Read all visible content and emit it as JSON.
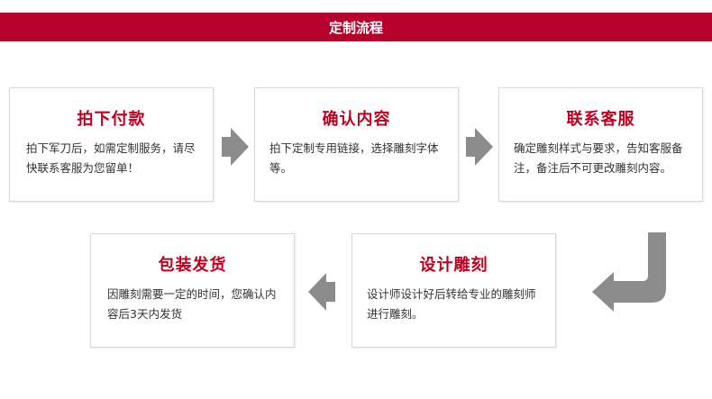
{
  "header": {
    "title": "定制流程"
  },
  "steps": [
    {
      "title": "拍下付款",
      "desc": "拍下军刀后，如需定制服务，请尽快联系客服为您留单！"
    },
    {
      "title": "确认内容",
      "desc": "拍下定制专用链接，选择雕刻字体等。"
    },
    {
      "title": "联系客服",
      "desc": "确定雕刻样式与要求，告知客服备注，备注后不可更改雕刻内容。"
    },
    {
      "title": "包装发货",
      "desc": "因雕刻需要一定的时间，您确认内容后3天内发货"
    },
    {
      "title": "设计雕刻",
      "desc": "设计师设计好后转给专业的雕刻师进行雕刻。"
    }
  ],
  "colors": {
    "accent": "#b7002b",
    "title": "#c0001e",
    "arrow": "#8c8c8c"
  },
  "icons": {
    "arrow_right": "arrow-right-icon",
    "arrow_left": "arrow-left-icon",
    "arrow_turn": "turn-down-left-icon"
  }
}
